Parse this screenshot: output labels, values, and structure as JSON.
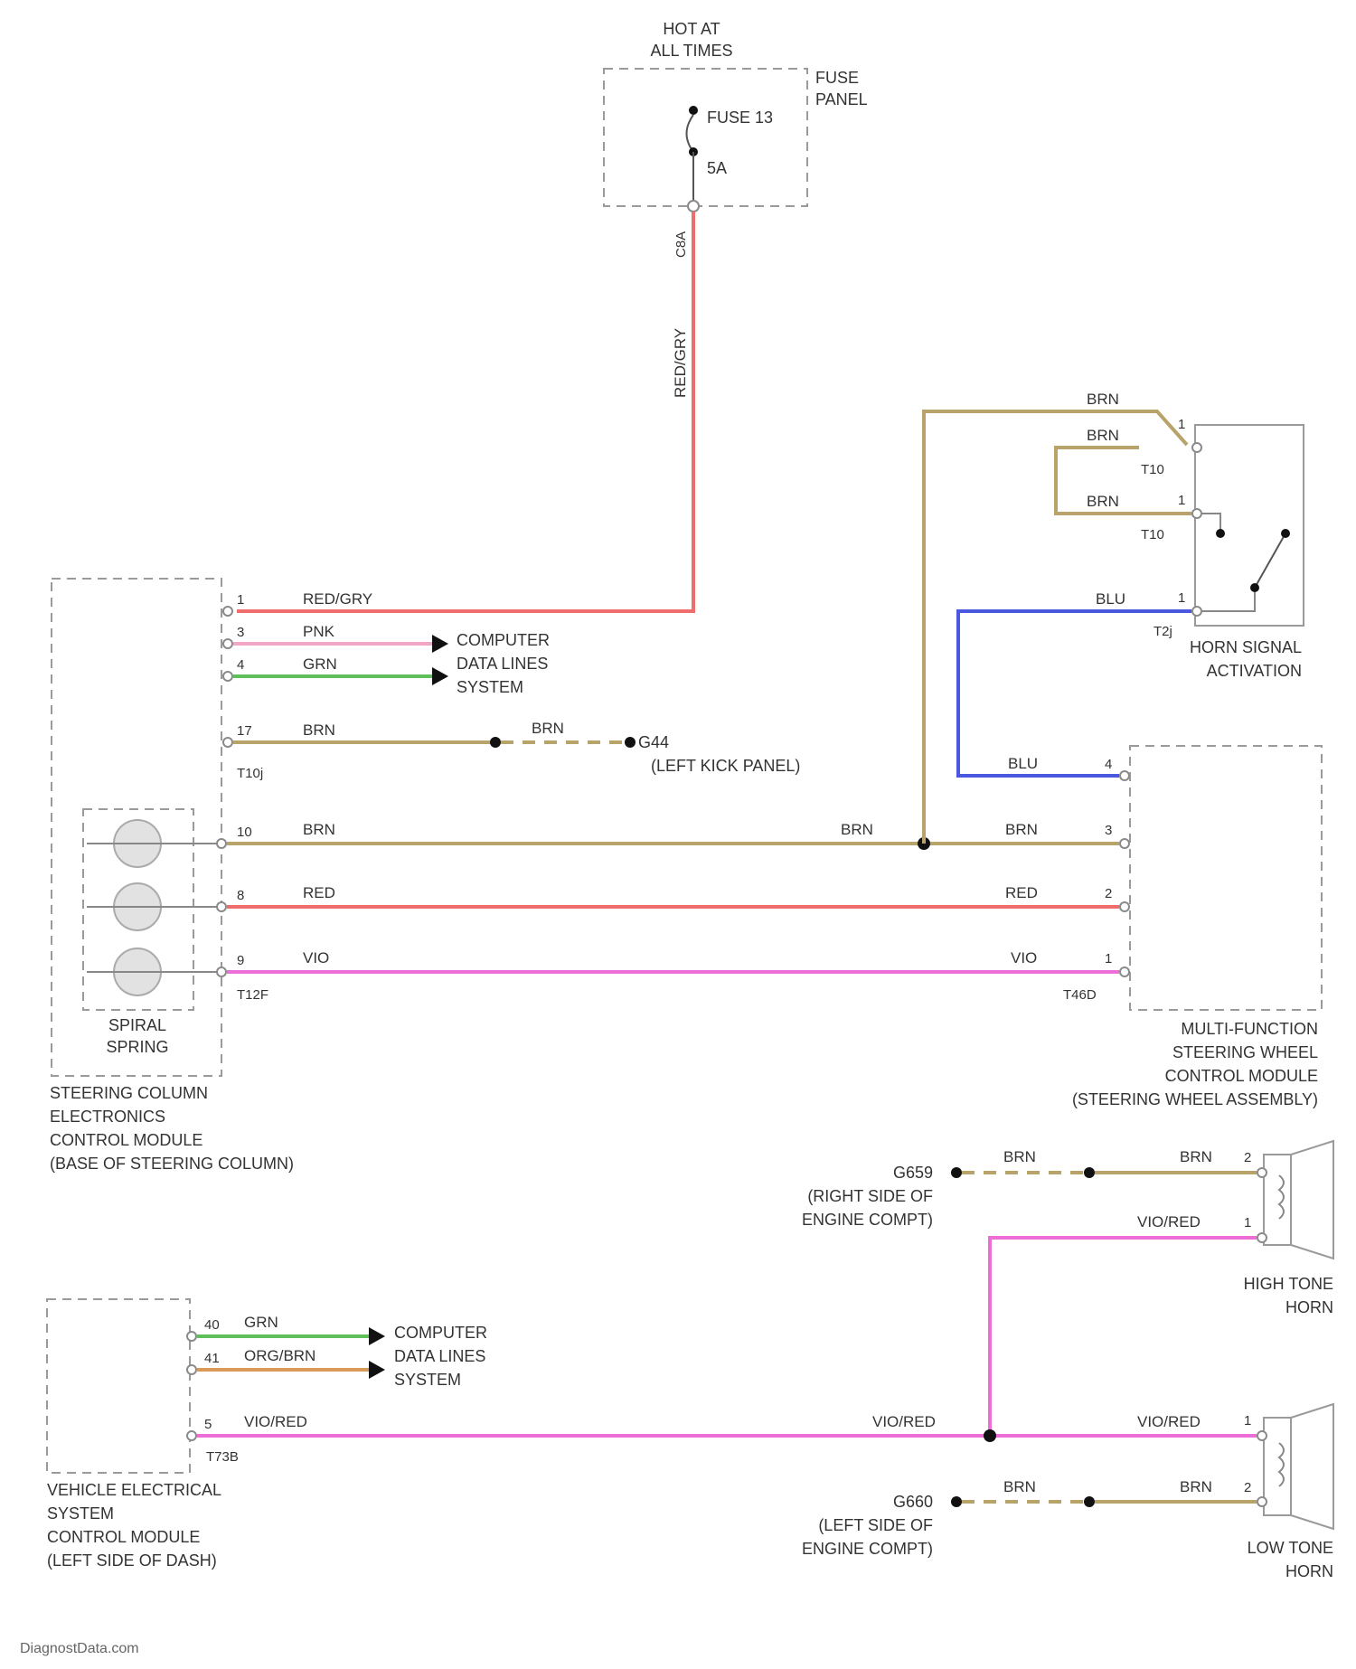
{
  "fuse_panel": {
    "hot_line1": "HOT AT",
    "hot_line2": "ALL TIMES",
    "label_line1": "FUSE",
    "label_line2": "PANEL",
    "fuse_name": "FUSE 13",
    "fuse_rating": "5A",
    "connector": "C8A"
  },
  "wires": {
    "red_gry": "RED/GRY",
    "pnk": "PNK",
    "grn": "GRN",
    "brn": "BRN",
    "red": "RED",
    "vio": "VIO",
    "blu": "BLU",
    "org_brn": "ORG/BRN",
    "vio_red": "VIO/RED"
  },
  "scecm": {
    "connector_a": "T10j",
    "connector_b": "T12F",
    "pins": [
      "1",
      "3",
      "4",
      "17",
      "10",
      "8",
      "9"
    ],
    "spiral_line1": "SPIRAL",
    "spiral_line2": "SPRING",
    "name_line1": "STEERING COLUMN",
    "name_line2": "ELECTRONICS",
    "name_line3": "CONTROL MODULE",
    "name_line4": "(BASE OF STEERING COLUMN)"
  },
  "data_lines": {
    "line1": "COMPUTER",
    "line2": "DATA LINES",
    "line3": "SYSTEM"
  },
  "ground_g44": {
    "name": "G44",
    "location": "(LEFT KICK PANEL)"
  },
  "horn_switch": {
    "connectors": [
      "T10",
      "T10",
      "T2j"
    ],
    "pins": [
      "1",
      "1",
      "1"
    ],
    "name_line1": "HORN SIGNAL",
    "name_line2": "ACTIVATION"
  },
  "mfswcm": {
    "connector": "T46D",
    "pins": [
      "4",
      "3",
      "2",
      "1"
    ],
    "name_line1": "MULTI-FUNCTION",
    "name_line2": "STEERING WHEEL",
    "name_line3": "CONTROL MODULE",
    "name_line4": "(STEERING WHEEL ASSEMBLY)"
  },
  "high_horn": {
    "ground": "G659",
    "ground_loc1": "(RIGHT SIDE OF",
    "ground_loc2": "ENGINE COMPT)",
    "pins": [
      "2",
      "1"
    ],
    "name_line1": "HIGH TONE",
    "name_line2": "HORN"
  },
  "vescm": {
    "connector": "T73B",
    "pins": [
      "40",
      "41",
      "5"
    ],
    "name_line1": "VEHICLE ELECTRICAL",
    "name_line2": "SYSTEM",
    "name_line3": "CONTROL MODULE",
    "name_line4": "(LEFT SIDE OF DASH)"
  },
  "low_horn": {
    "ground": "G660",
    "ground_loc1": "(LEFT SIDE OF",
    "ground_loc2": "ENGINE COMPT)",
    "pins": [
      "1",
      "2"
    ],
    "name_line1": "LOW TONE",
    "name_line2": "HORN"
  },
  "watermark": "DiagnostData.com",
  "colors": {
    "red": "#f06d6d",
    "pink": "#f0a6c4",
    "green": "#5fbf5a",
    "brown": "#b8a46a",
    "blue": "#4a58e0",
    "violet": "#ee6ed8",
    "orange": "#d99a58"
  }
}
